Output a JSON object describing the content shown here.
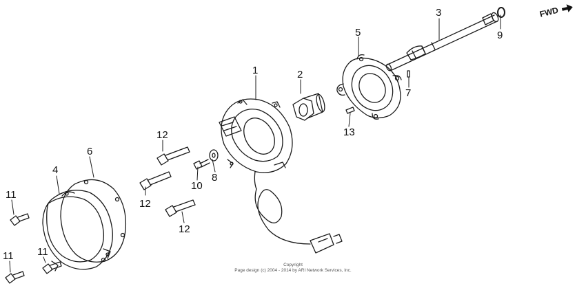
{
  "direction_marker": {
    "label": "FWD"
  },
  "callouts": [
    {
      "id": "1",
      "text": "1"
    },
    {
      "id": "2",
      "text": "2"
    },
    {
      "id": "3",
      "text": "3"
    },
    {
      "id": "4",
      "text": "4"
    },
    {
      "id": "5",
      "text": "5"
    },
    {
      "id": "6",
      "text": "6"
    },
    {
      "id": "7",
      "text": "7"
    },
    {
      "id": "8",
      "text": "8"
    },
    {
      "id": "9",
      "text": "9"
    },
    {
      "id": "10",
      "text": "10"
    },
    {
      "id": "11a",
      "text": "11"
    },
    {
      "id": "11b",
      "text": "11"
    },
    {
      "id": "11c",
      "text": "11"
    },
    {
      "id": "12a",
      "text": "12"
    },
    {
      "id": "12b",
      "text": "12"
    },
    {
      "id": "12c",
      "text": "12"
    },
    {
      "id": "13",
      "text": "13"
    }
  ],
  "footer": {
    "line1": "Copyright",
    "line2": "Page design (c) 2004 - 2014 by ARI Network Services, Inc."
  }
}
